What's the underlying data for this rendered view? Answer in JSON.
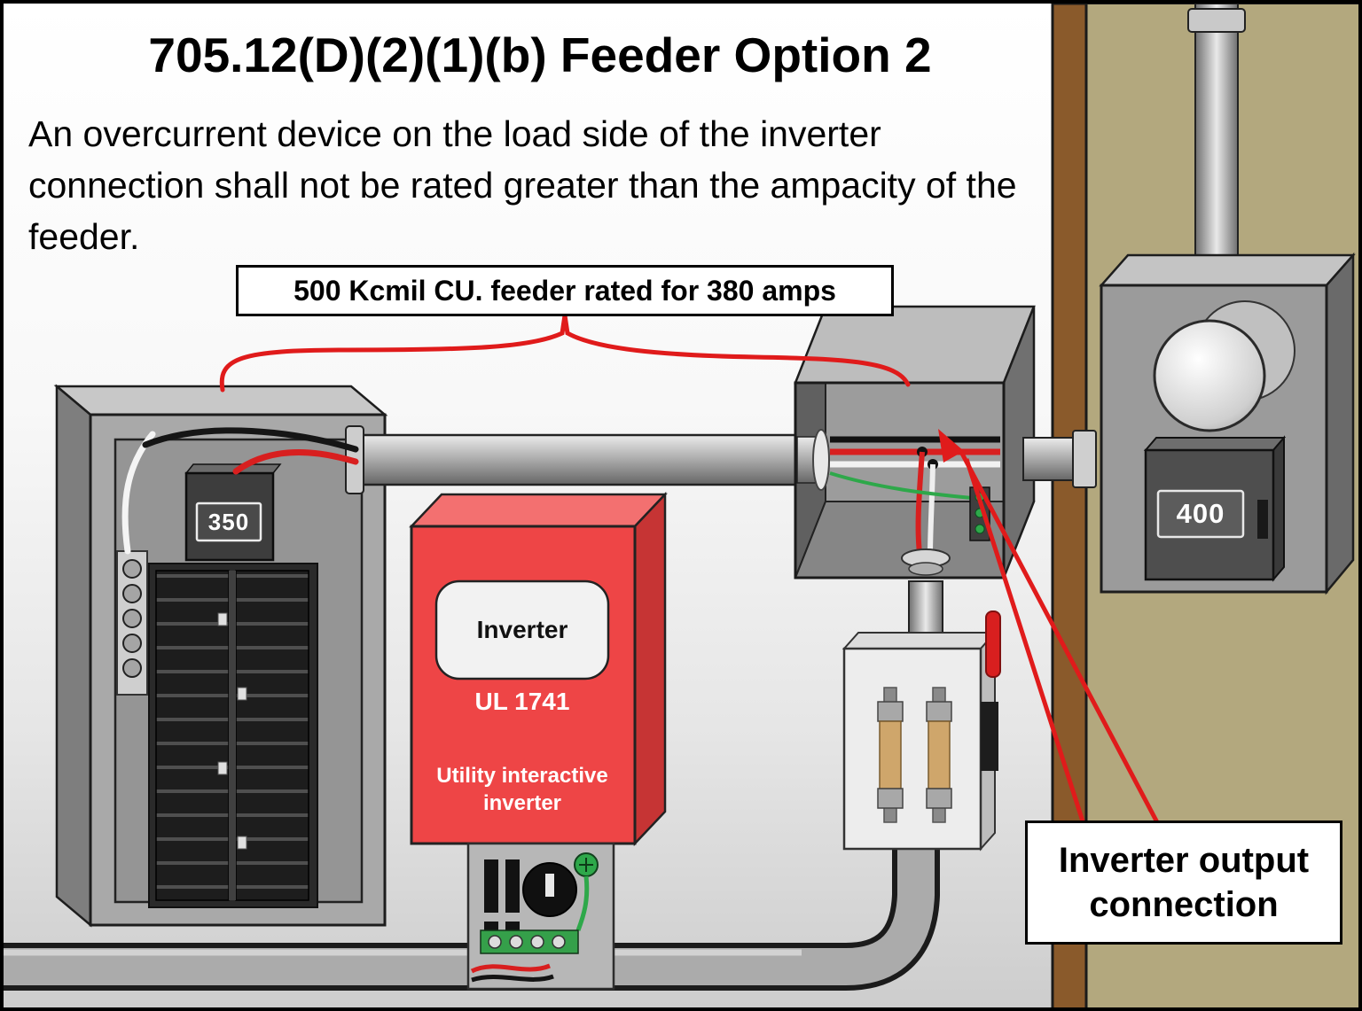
{
  "header": {
    "title": "705.12(D)(2)(1)(b) Feeder Option 2",
    "description": "An overcurrent device on the load side of the inverter connection shall not be rated greater than the ampacity of the feeder."
  },
  "labels": {
    "feeder_rating": "500 Kcmil  CU. feeder rated for 380 amps",
    "inverter_output": "Inverter output connection"
  },
  "devices": {
    "panel_breaker_rating": "350",
    "wall_disconnect_rating": "400",
    "inverter_name": "Inverter",
    "inverter_listing": "UL 1741",
    "inverter_type": "Utility interactive inverter"
  },
  "colors": {
    "accent_red": "#e01b1b",
    "inverter_red": "#ee4546",
    "wall_tan": "#b3a87e",
    "post_brown": "#8a5a2b",
    "wire_red": "#d81f1f",
    "wire_green": "#2ea84a"
  }
}
